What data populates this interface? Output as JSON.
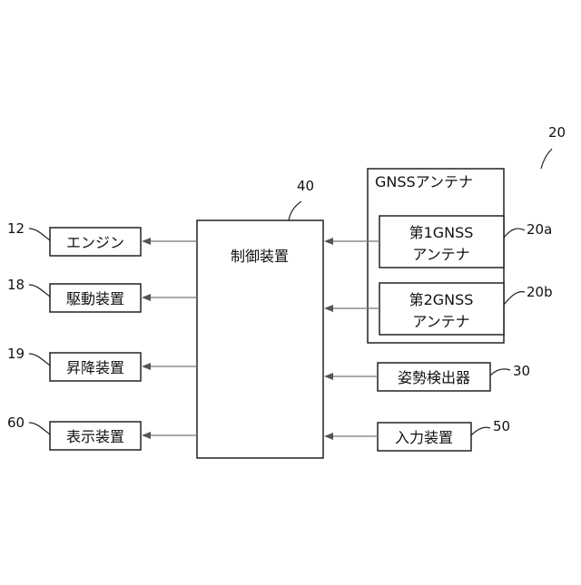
{
  "gnss_antenna": {
    "label": "GNSSアンテナ",
    "ref": "20"
  },
  "antenna_1": {
    "line1": "第1GNSS",
    "line2": "アンテナ",
    "ref": "20a"
  },
  "antenna_2": {
    "line1": "第2GNSS",
    "line2": "アンテナ",
    "ref": "20b"
  },
  "controller": {
    "label": "制御装置",
    "ref": "40"
  },
  "attitude_detector": {
    "label": "姿勢検出器",
    "ref": "30"
  },
  "input_device": {
    "label": "入力装置",
    "ref": "50"
  },
  "engine": {
    "label": "エンジン",
    "ref": "12"
  },
  "drive_device": {
    "label": "駆動装置",
    "ref": "18"
  },
  "lift_device": {
    "label": "昇降装置",
    "ref": "19"
  },
  "display_device": {
    "label": "表示装置",
    "ref": "60"
  }
}
